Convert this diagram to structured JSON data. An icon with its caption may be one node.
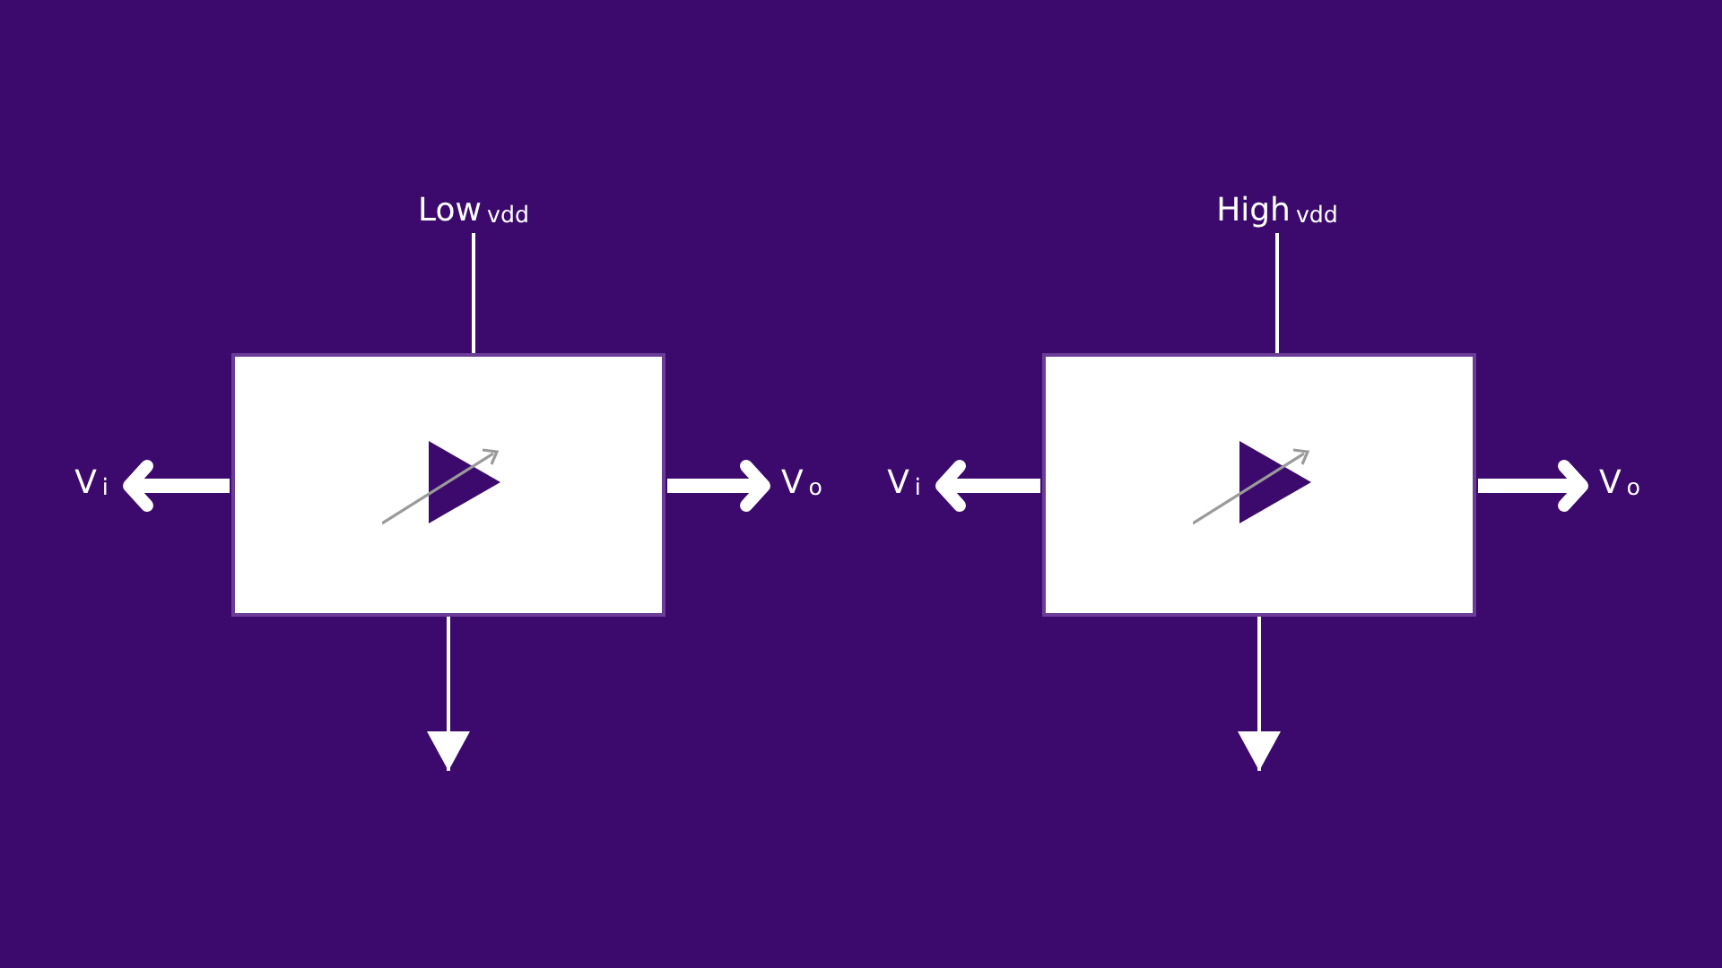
{
  "diagram": {
    "nodes": [
      {
        "text": [
          "Low$_{vdd}$"
        ]
      },
      {
        "text": [
          "V$_{i}$"
        ]
      },
      {
        "text": [],
        "shape": "box"
      },
      {
        "text": [
          "V$_{o}$"
        ]
      },
      {
        "text": [
          "High$_{vdd}$"
        ]
      },
      {
        "text": [
          "V$_{i}$"
        ]
      },
      {
        "text": [],
        "shape": "box"
      },
      {
        "text": [
          "V$_{o}$"
        ]
      }
    ],
    "edges": [
      {
        "from": 0,
        "to": 2,
        "arrow": "none"
      },
      {
        "from": 2,
        "to": 1,
        "arrow": "to",
        "style": "thick"
      },
      {
        "from": 2,
        "to": 3,
        "arrow": "to",
        "style": "thick"
      },
      {
        "from": 2,
        "to": null,
        "arrow": "to"
      },
      {
        "from": 4,
        "to": 6,
        "arrow": "none"
      },
      {
        "from": 6,
        "to": 5,
        "arrow": "to",
        "style": "thick"
      },
      {
        "from": 6,
        "to": 7,
        "arrow": "to",
        "style": "thick"
      },
      {
        "from": 6,
        "to": null,
        "arrow": "to"
      }
    ]
  }
}
